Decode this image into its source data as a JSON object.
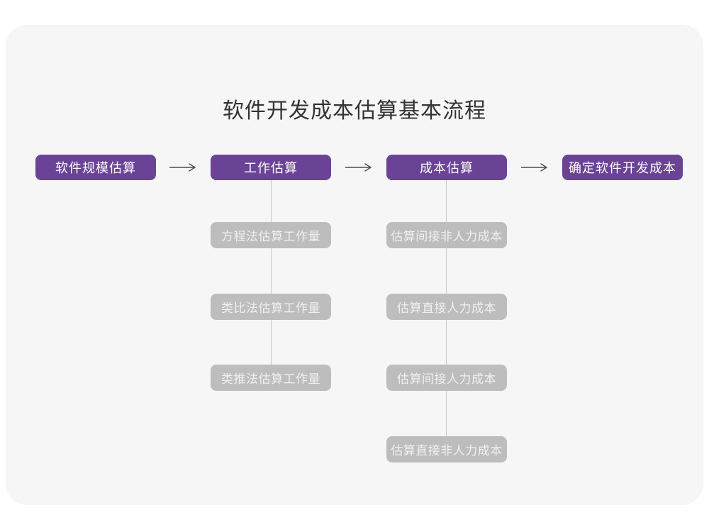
{
  "page": {
    "title": "软件开发成本估算基本流程"
  },
  "flow": {
    "stages": [
      {
        "label": "软件规模估算",
        "substeps": []
      },
      {
        "label": "工作估算",
        "substeps": [
          "方程法估算工作量",
          "类比法估算工作量",
          "类推法估算工作量"
        ]
      },
      {
        "label": "成本估算",
        "substeps": [
          "估算间接非人力成本",
          "估算直接人力成本",
          "估算间接人力成本",
          "估算直接非人力成本"
        ]
      },
      {
        "label": "确定软件开发成本",
        "substeps": []
      }
    ]
  },
  "icons": {
    "flow_arrow": "→"
  },
  "colors": {
    "stage_bg": "#6A4396",
    "stage_text": "#FFFFFF",
    "substep_bg": "#BDBDBD",
    "substep_text": "#F0F0F0",
    "card_bg": "#F6F6F7",
    "page_bg": "#FFFFFF",
    "connector_line": "#C9C9C9",
    "arrow": "#4A4A4A",
    "title_text": "#333333"
  }
}
